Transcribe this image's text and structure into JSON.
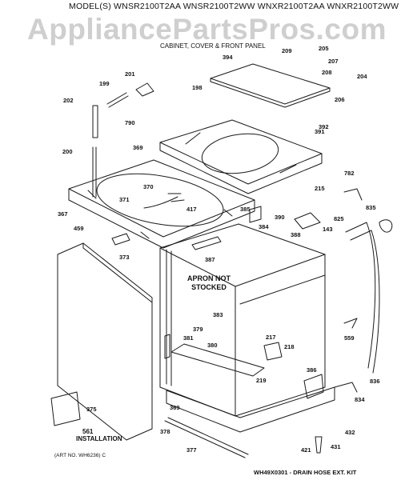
{
  "header": {
    "models": "MODEL(S) WNSR2100T2AA  WNSR2100T2WW  WNXR2100T2AA  WNXR2100T2WW",
    "watermark": "AppliancePartsPros.com",
    "subtitle": "CABINET, COVER & FRONT PANEL"
  },
  "notes": {
    "apron_line1": "APRON NOT",
    "apron_line2": "STOCKED",
    "installation_num": "561",
    "installation_text": "INSTALLATION",
    "art_no": "(ART NO. WH6236) C",
    "kit": "WH49X0301 - DRAIN HOSE EXT. KIT"
  },
  "parts": [
    "394",
    "209",
    "205",
    "207",
    "208",
    "204",
    "206",
    "392",
    "201",
    "199",
    "198",
    "202",
    "790",
    "200",
    "391",
    "369",
    "370",
    "371",
    "417",
    "367",
    "385",
    "390",
    "215",
    "388",
    "384",
    "143",
    "782",
    "835",
    "825",
    "459",
    "373",
    "387",
    "383",
    "381",
    "379",
    "380",
    "217",
    "218",
    "219",
    "386",
    "559",
    "836",
    "834",
    "375",
    "369",
    "378",
    "377",
    "421",
    "432",
    "431"
  ],
  "colors": {
    "line": "#1a1a1a",
    "watermark": "#cfcfcf",
    "background": "#ffffff"
  }
}
